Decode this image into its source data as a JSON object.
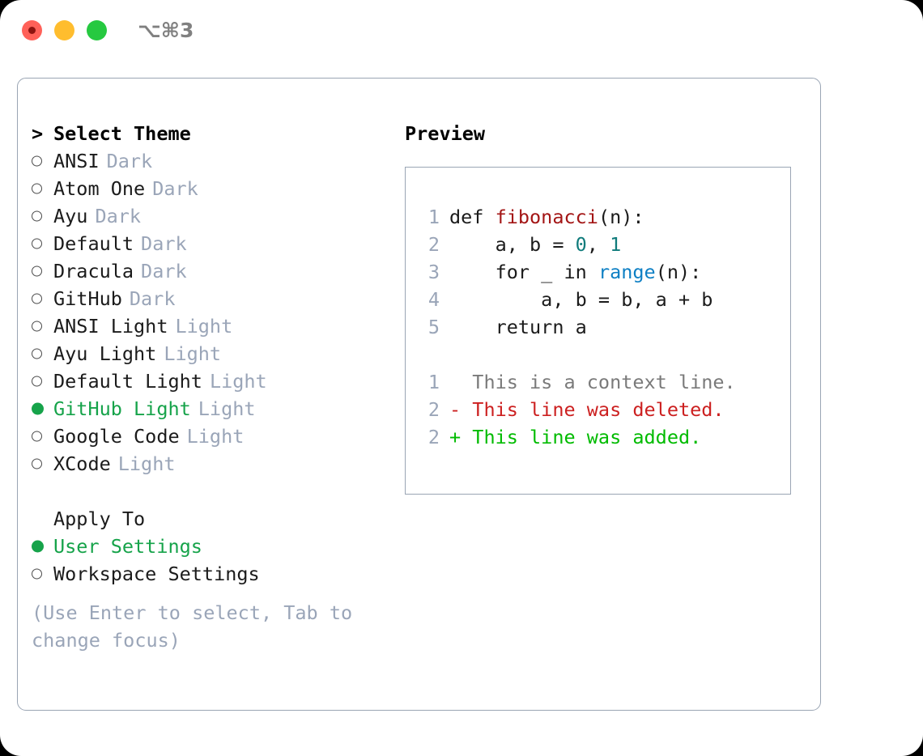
{
  "titlebar": {
    "shortcut": "⌥⌘3",
    "lights": [
      "close-light",
      "minimize-light",
      "maximize-light"
    ]
  },
  "left_panel": {
    "header_caret": ">",
    "header_label": "Select Theme",
    "themes": [
      {
        "name": "ANSI",
        "variant": "Dark",
        "selected": false
      },
      {
        "name": "Atom One",
        "variant": "Dark",
        "selected": false
      },
      {
        "name": "Ayu",
        "variant": "Dark",
        "selected": false
      },
      {
        "name": "Default",
        "variant": "Dark",
        "selected": false
      },
      {
        "name": "Dracula",
        "variant": "Dark",
        "selected": false
      },
      {
        "name": "GitHub",
        "variant": "Dark",
        "selected": false
      },
      {
        "name": "ANSI Light",
        "variant": "Light",
        "selected": false
      },
      {
        "name": "Ayu Light",
        "variant": "Light",
        "selected": false
      },
      {
        "name": "Default Light",
        "variant": "Light",
        "selected": false
      },
      {
        "name": "GitHub Light",
        "variant": "Light",
        "selected": true
      },
      {
        "name": "Google Code",
        "variant": "Light",
        "selected": false
      },
      {
        "name": "XCode",
        "variant": "Light",
        "selected": false
      }
    ],
    "apply_to_label": "Apply To",
    "apply_to_options": [
      {
        "name": "User Settings",
        "selected": true
      },
      {
        "name": "Workspace Settings",
        "selected": false
      }
    ],
    "help_text": "(Use Enter to select, Tab to change focus)"
  },
  "right_panel": {
    "title": "Preview",
    "code_lines": [
      {
        "num": "1",
        "tokens": [
          {
            "t": "def ",
            "c": "kw"
          },
          {
            "t": "fibonacci",
            "c": "fn"
          },
          {
            "t": "(n):",
            "c": "plain"
          }
        ]
      },
      {
        "num": "2",
        "tokens": [
          {
            "t": "    a, b = ",
            "c": "plain"
          },
          {
            "t": "0",
            "c": "num"
          },
          {
            "t": ", ",
            "c": "plain"
          },
          {
            "t": "1",
            "c": "num"
          }
        ]
      },
      {
        "num": "3",
        "tokens": [
          {
            "t": "    for _ in ",
            "c": "plain"
          },
          {
            "t": "range",
            "c": "call"
          },
          {
            "t": "(n):",
            "c": "plain"
          }
        ]
      },
      {
        "num": "4",
        "tokens": [
          {
            "t": "        a, b = b, a + b",
            "c": "plain"
          }
        ]
      },
      {
        "num": "5",
        "tokens": [
          {
            "t": "    return a",
            "c": "plain"
          }
        ]
      }
    ],
    "diff_lines": [
      {
        "num": "1",
        "marker": "  ",
        "text": "This is a context line.",
        "kind": "ctx"
      },
      {
        "num": "2",
        "marker": "- ",
        "text": "This line was deleted.",
        "kind": "del"
      },
      {
        "num": "2",
        "marker": "+ ",
        "text": "This line was added.",
        "kind": "add"
      }
    ]
  },
  "colors": {
    "accent_green": "#16a34a",
    "muted": "#9aa5b8",
    "border": "#9aa5b4",
    "diff_add": "#00bb00",
    "diff_del": "#cc2020",
    "syntax_fn": "#a31515",
    "syntax_num": "#0f7b7b",
    "syntax_call": "#0d7fc4"
  }
}
